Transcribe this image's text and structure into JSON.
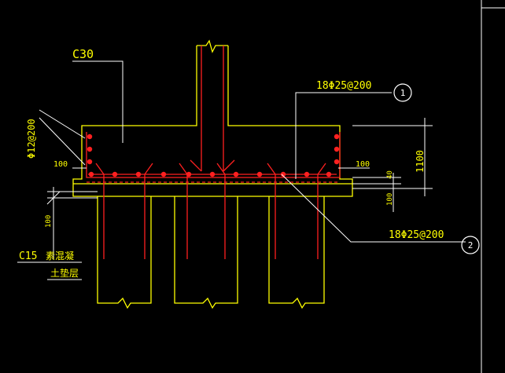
{
  "drawing": {
    "concrete_grade": "C30",
    "bar_top_label": "18Φ25@200",
    "bar_bottom_label": "18Φ25@200",
    "side_bar_label": "Φ12@200",
    "callout_1": "1",
    "callout_2": "2",
    "dim_left_100": "100",
    "dim_right_100": "100",
    "dim_height": "1100",
    "dim_40": "40",
    "dim_base_100_left": "100",
    "dim_base_100_right": "100",
    "bedding_grade": "C15",
    "bedding_material": "素混凝",
    "bedding_layer": "土垫层"
  },
  "colors": {
    "background": "#000000",
    "outline": "#ffff00",
    "rebar": "#ff2020",
    "frame": "#ffffff",
    "callout": "#ffffff"
  }
}
